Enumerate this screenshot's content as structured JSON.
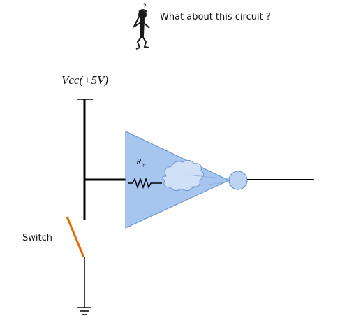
{
  "question": "What about this circuit ?",
  "thinker_mark": "?",
  "vcc_label": "Vcc(+5V)",
  "switch_label": "Switch",
  "rin": {
    "main": "R",
    "sub": "in"
  },
  "icons": [
    "thinking-figure-icon",
    "resistor-icon",
    "cloud-icon",
    "ground-icon"
  ],
  "colors": {
    "wire": "#000000",
    "switch_arm": "#E26B0A",
    "triangle_fill": "#A6C6F0",
    "triangle_stroke": "#6F95C9",
    "bubble_fill": "#BBD3F2"
  }
}
